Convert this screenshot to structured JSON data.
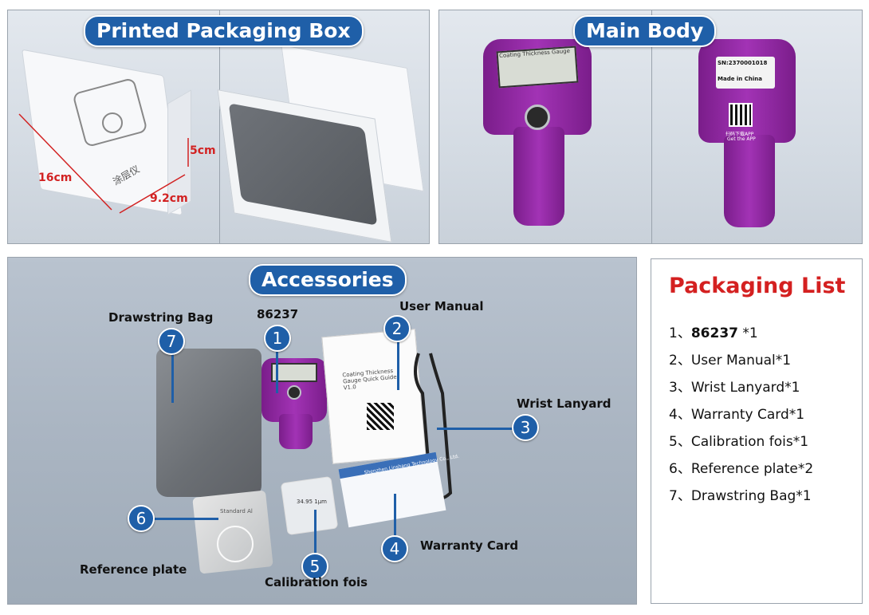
{
  "panels": {
    "packaging_box": {
      "title": "Printed Packaging Box",
      "dimensions": [
        "16cm",
        "9.2cm",
        "5cm"
      ],
      "box_text": "涂层仪"
    },
    "main_body": {
      "title": "Main Body",
      "screen_text": "Coating Thickness Gauge",
      "serial_text": "SN:2370001018",
      "made_text": "Made in China",
      "app_text": "扫码下载APP",
      "app_text_en": "Get the APP"
    },
    "accessories": {
      "title": "Accessories",
      "items": [
        {
          "number": "1",
          "label": "86237"
        },
        {
          "number": "2",
          "label": "User Manual"
        },
        {
          "number": "3",
          "label": "Wrist Lanyard"
        },
        {
          "number": "4",
          "label": "Warranty Card"
        },
        {
          "number": "5",
          "label": "Calibration fois"
        },
        {
          "number": "6",
          "label": "Reference plate"
        },
        {
          "number": "7",
          "label": "Drawstring Bag"
        }
      ],
      "manual_text": "Coating Thickness Gauge Quick Guide V1.0",
      "foil_text": "34.95 1μm",
      "plate_text": "Standard Al",
      "warranty_text": "Shenzhen Linshang Technology Co., Ltd."
    }
  },
  "packaging_list": {
    "title": "Packaging List",
    "items": [
      {
        "prefix": "1、",
        "code": "86237",
        "suffix": " *1"
      },
      {
        "prefix": "2、",
        "code": "",
        "suffix": "User Manual*1"
      },
      {
        "prefix": "3、",
        "code": "",
        "suffix": "Wrist Lanyard*1"
      },
      {
        "prefix": "4、",
        "code": "",
        "suffix": "Warranty Card*1"
      },
      {
        "prefix": "5、",
        "code": "",
        "suffix": "Calibration fois*1"
      },
      {
        "prefix": "6、",
        "code": "",
        "suffix": "Reference plate*2"
      },
      {
        "prefix": "7、",
        "code": "",
        "suffix": "Drawstring Bag*1"
      }
    ]
  },
  "colors": {
    "pill": "#1f5fa8",
    "title_red": "#d42020",
    "device_purple": "#8e2aa0"
  }
}
